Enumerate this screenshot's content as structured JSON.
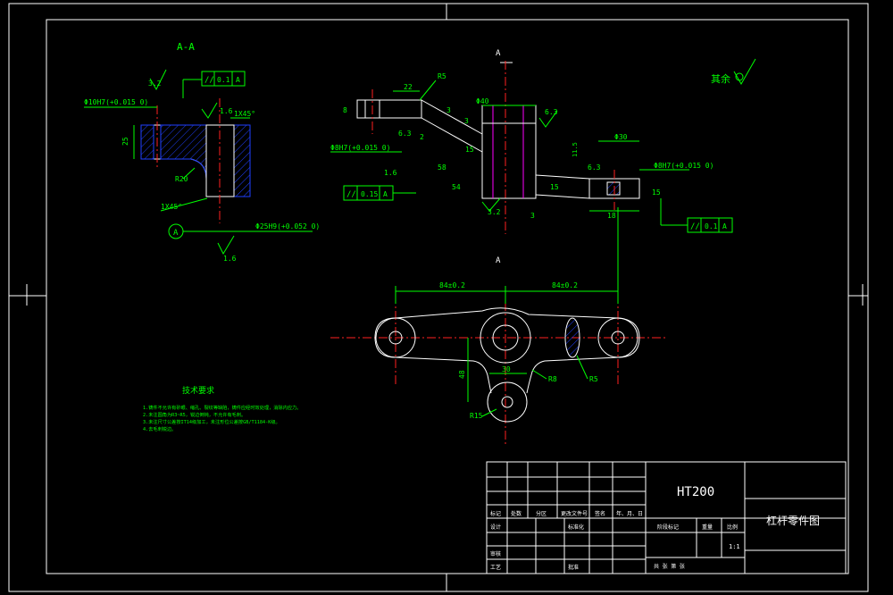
{
  "drawing": {
    "section_label": "A-A",
    "roughness_note": "其余",
    "tech_req_title": "技术要求",
    "tech_req_lines": [
      "1.铸件不允许有砂眼、缩孔、裂纹等缺陷，铸件应经时效处理，消除内应力。",
      "2.未注圆角为R3~R5，锐边倒钝，不允许有毛刺。",
      "3.未注尺寸公差按IT14级加工，未注形位公差按GB/T1184-K级。",
      "4.去毛刺锐边。"
    ],
    "datum_a": "A",
    "material": "HT200",
    "part_name": "杠杆零件图",
    "scale": "1:1"
  },
  "dims": {
    "d1": "Φ10H7(+0.015 0)",
    "d2": "25",
    "d3": "R20",
    "d4": "1X45°",
    "d5": "1X45°",
    "d6": "Φ25H9(+0.052 0)",
    "d7": "0.1",
    "d8": "1.6",
    "d9": "1.6",
    "d10": "3.2",
    "d11": "22",
    "d12": "R5",
    "d13": "8",
    "d14": "6.3",
    "d15": "Φ40",
    "d16": "Φ8H7(+0.015 0)",
    "d17": "15",
    "d18": "54",
    "d19": "58",
    "d20": "3",
    "d21": "2",
    "d22": "1.6",
    "d23": "0.15",
    "d24": "3.2",
    "d25": "6.3",
    "d26": "Φ30",
    "d27": "Φ8H7(+0.015 0)",
    "d28": "15",
    "d29": "15",
    "d30": "18",
    "d31": "3",
    "d32": "0.1",
    "d33": "84±0.2",
    "d34": "84±0.2",
    "d35": "48",
    "d36": "30",
    "d37": "R8",
    "d38": "R5",
    "d39": "R15",
    "d40": "6.3",
    "d41": "3",
    "d42": "11.5"
  },
  "title_block": {
    "row_labels": [
      "标记",
      "处数",
      "分区",
      "更改文件号",
      "签名",
      "年、月、日"
    ],
    "designer": "设计",
    "standard": "标准化",
    "reviewer": "审核",
    "process": "工艺",
    "approve": "批准",
    "stage_mark": "阶段标记",
    "weight": "重量",
    "scale_label": "比例",
    "sheet": "共    张    第    张"
  }
}
